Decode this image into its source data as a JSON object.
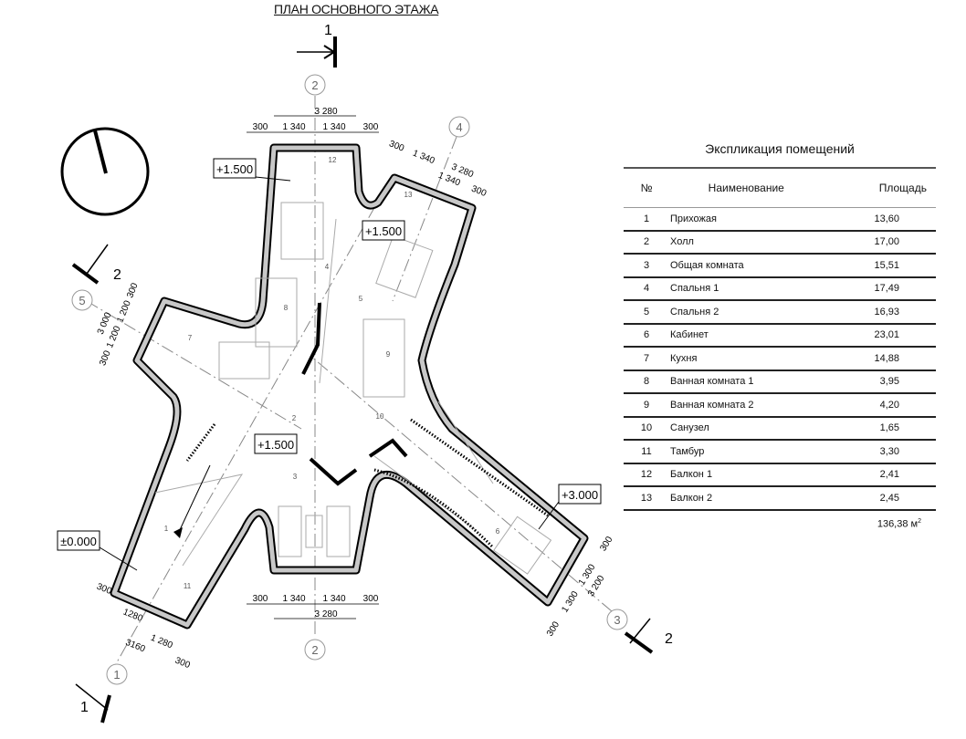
{
  "title": "ПЛАН ОСНОВНОГО ЭТАЖА",
  "levels": {
    "top_left": "+1.500",
    "top_right": "+1.500",
    "center": "+1.500",
    "entrance": "±0.000",
    "office": "+3.000"
  },
  "axes": [
    "1",
    "2",
    "2",
    "3",
    "4",
    "5"
  ],
  "sections": {
    "s1_top": "1",
    "s1_bottom": "1",
    "s2_left": "2",
    "s2_right": "2"
  },
  "dimensions": {
    "top": [
      "300",
      "1 340",
      "1 340",
      "300",
      "3 280"
    ],
    "bottom": [
      "300",
      "1 340",
      "1 340",
      "300",
      "3 280"
    ],
    "ne": [
      "300",
      "1 340",
      "1 340",
      "300",
      "3 280"
    ],
    "west": [
      "300",
      "1 200",
      "1 200",
      "300",
      "3 000"
    ],
    "sw": [
      "300",
      "1280",
      "1 280",
      "300",
      "3160"
    ],
    "se": [
      "300",
      "1 300",
      "1 300",
      "300",
      "3 200"
    ]
  },
  "room_numbers": [
    "1",
    "2",
    "3",
    "4",
    "5",
    "6",
    "7",
    "8",
    "9",
    "10",
    "11",
    "12",
    "13"
  ],
  "explication": {
    "title": "Экспликация помещений",
    "headers": [
      "№",
      "Наименование",
      "Площадь"
    ],
    "rows": [
      {
        "n": "1",
        "name": "Прихожая",
        "area": "13,60"
      },
      {
        "n": "2",
        "name": "Холл",
        "area": "17,00"
      },
      {
        "n": "3",
        "name": "Общая комната",
        "area": "15,51"
      },
      {
        "n": "4",
        "name": "Спальня 1",
        "area": "17,49"
      },
      {
        "n": "5",
        "name": "Спальня 2",
        "area": "16,93"
      },
      {
        "n": "6",
        "name": "Кабинет",
        "area": "23,01"
      },
      {
        "n": "7",
        "name": "Кухня",
        "area": "14,88"
      },
      {
        "n": "8",
        "name": "Ванная комната 1",
        "area": "3,95"
      },
      {
        "n": "9",
        "name": "Ванная комната 2",
        "area": "4,20"
      },
      {
        "n": "10",
        "name": "Санузел",
        "area": "1,65"
      },
      {
        "n": "11",
        "name": "Тамбур",
        "area": "3,30"
      },
      {
        "n": "12",
        "name": "Балкон 1",
        "area": "2,41"
      },
      {
        "n": "13",
        "name": "Балкон 2",
        "area": "2,45"
      }
    ],
    "total": "136,38 м",
    "total_sup": "2"
  }
}
